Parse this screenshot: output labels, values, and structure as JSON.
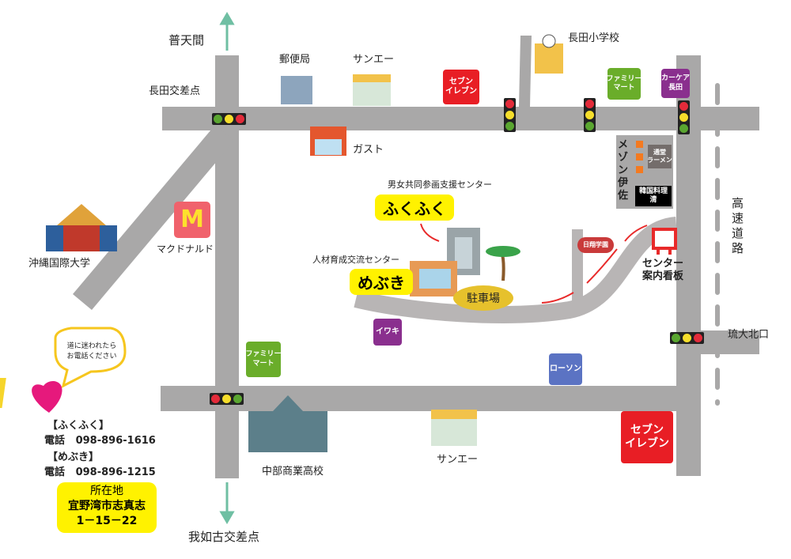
{
  "places": {
    "futenma": "普天間",
    "nagata_kousaten": "長田交差点",
    "post_office": "郵便局",
    "sanei_top": "サンエー",
    "seven_top": "セブン\nイレブン",
    "nagata_school": "長田小学校",
    "family_top": "ファミリー\nマート",
    "carcare": "カーケア\n長田",
    "gusto": "ガスト",
    "maison": "メゾン伊佐",
    "ramen": "通堂\nラーメン",
    "korean": "韓国料理\n清",
    "okinawa_univ": "沖縄国際大学",
    "mcdonalds_logo": "M",
    "mcdonalds": "マクドナルド",
    "fukufuku_center": "男女共同参画支援センター",
    "fukufuku": "ふくふく",
    "mebuki_center": "人材育成交流センター",
    "mebuki": "めぶき",
    "parking": "駐車場",
    "nissho": "日翔学園",
    "center_sign": "センター\n案内看板",
    "expressway": "高\n速\n道\n路",
    "ryudai": "琉大北口",
    "iwaki": "イワキ",
    "family_bottom": "ファミリー\nマート",
    "lawson": "ローソン",
    "seven_bottom": "セブン\nイレブン",
    "chubu_school": "中部商業高校",
    "sanei_bottom": "サンエー",
    "ginoza": "我如古交差点"
  },
  "contact": {
    "bubble": "道に迷われたら\nお電話ください",
    "fukufuku_label": "【ふくふく】",
    "fukufuku_phone_label": "電話",
    "fukufuku_phone": "098-896-1616",
    "mebuki_label": "【めぶき】",
    "mebuki_phone_label": "電話",
    "mebuki_phone": "098-896-1215",
    "address_title": "所在地",
    "address_line1": "宜野湾市志真志",
    "address_line2": "1－15－22"
  },
  "colors": {
    "road": "#a9a8a8",
    "seven": "#e81e25",
    "family": "#6aad2a",
    "carcare": "#8a2f8e",
    "iwaki": "#8a2f8e",
    "lawson": "#5b73c3",
    "highlight": "#fff200",
    "arrow": "#e82a2a",
    "north_arrow": "#6fbfa3"
  }
}
